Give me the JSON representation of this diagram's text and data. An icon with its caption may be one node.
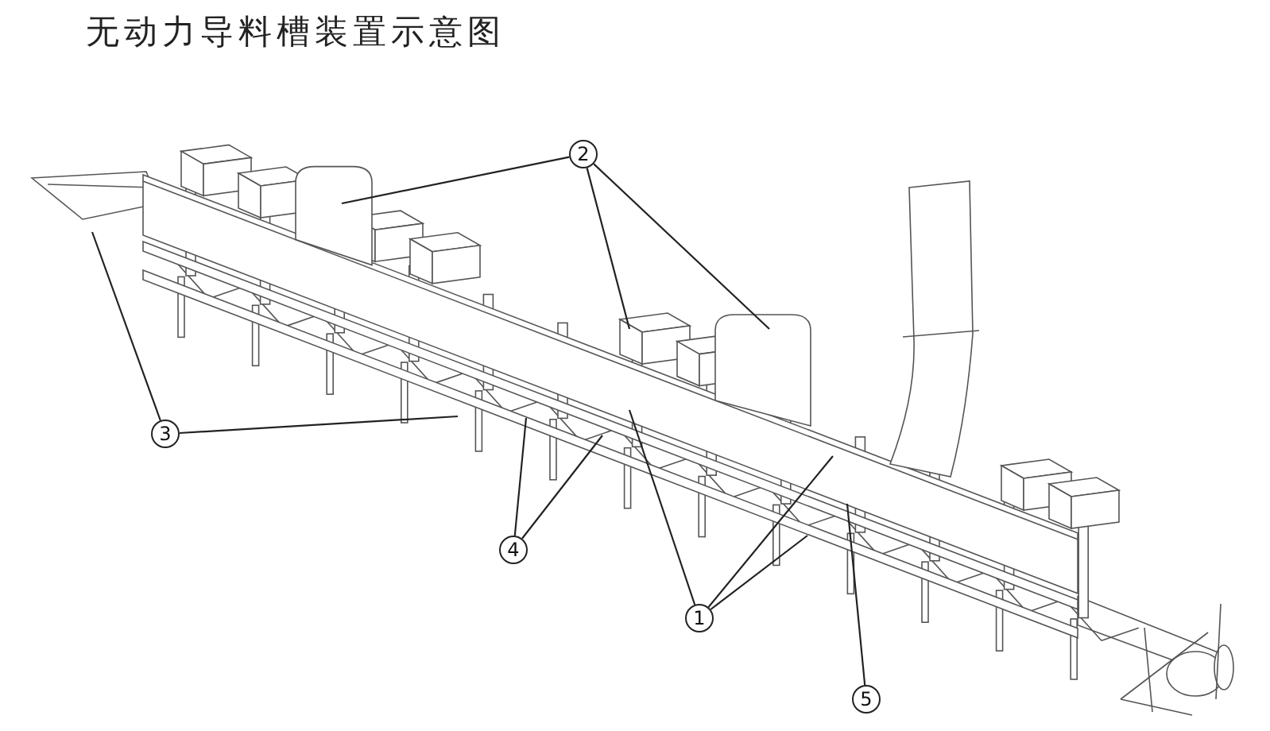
{
  "diagram": {
    "title": "无动力导料槽装置示意图",
    "nodes": [
      {
        "text": [
          "2"
        ]
      },
      {
        "text": [
          "3"
        ]
      },
      {
        "text": [
          "4"
        ]
      },
      {
        "text": [
          "1"
        ]
      },
      {
        "text": [
          "5"
        ]
      }
    ],
    "edges": [
      {
        "from": 0,
        "to": null,
        "arrow": "none"
      },
      {
        "from": 0,
        "to": null,
        "arrow": "none"
      },
      {
        "from": 0,
        "to": null,
        "arrow": "none"
      },
      {
        "from": 1,
        "to": null,
        "arrow": "none"
      },
      {
        "from": 1,
        "to": null,
        "arrow": "none"
      },
      {
        "from": 2,
        "to": null,
        "arrow": "none"
      },
      {
        "from": 2,
        "to": null,
        "arrow": "none"
      },
      {
        "from": 3,
        "to": null,
        "arrow": "none"
      },
      {
        "from": 3,
        "to": null,
        "arrow": "none"
      },
      {
        "from": 3,
        "to": null,
        "arrow": "none"
      },
      {
        "from": 4,
        "to": null,
        "arrow": "none"
      }
    ]
  }
}
